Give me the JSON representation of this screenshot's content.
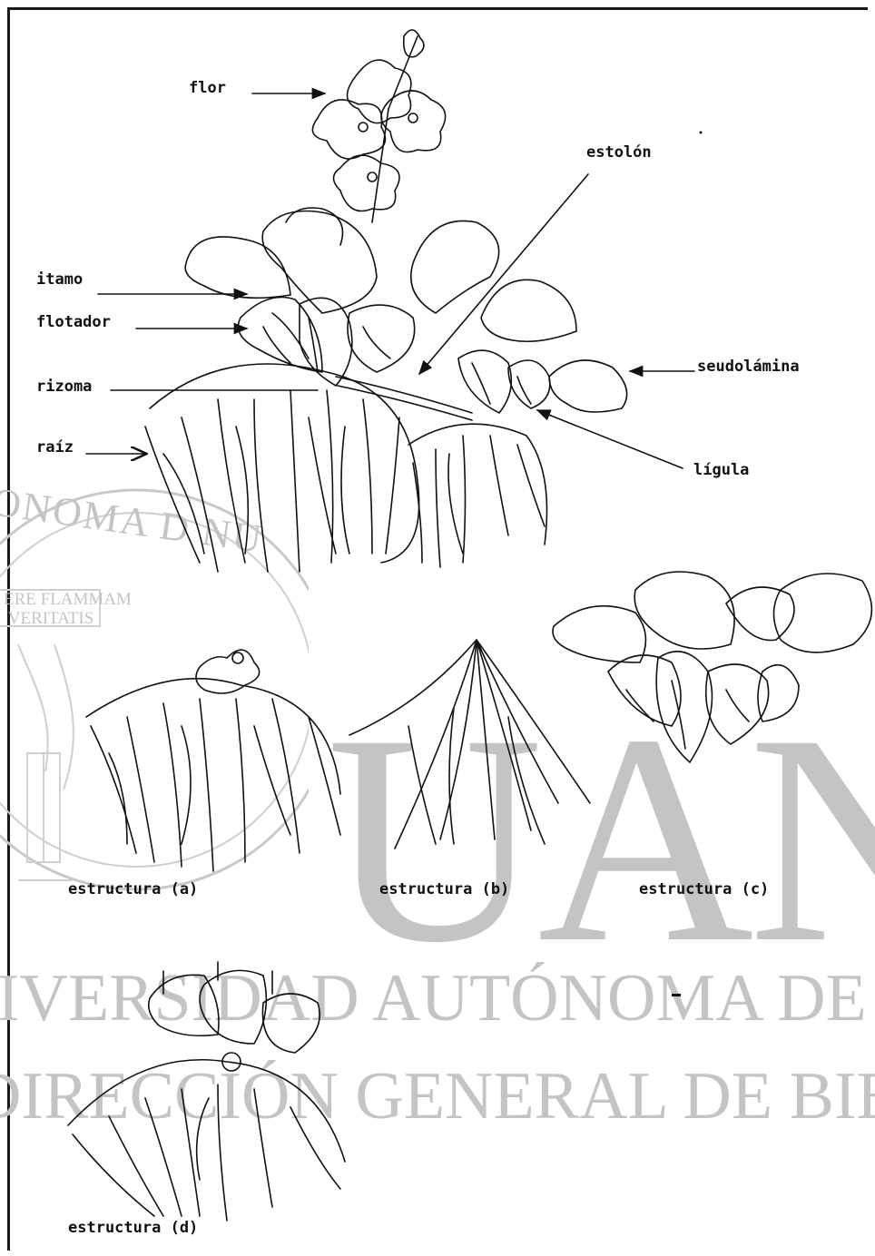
{
  "labels": {
    "flor": "flor",
    "estolon": "estolón",
    "itamo": "itamo",
    "flotador": "flotador",
    "rizoma": "rizoma",
    "raiz": "raíz",
    "seudolamina": "seudolámina",
    "ligula": "lígula"
  },
  "captions": {
    "a": "estructura (a)",
    "b": "estructura (b)",
    "c": "estructura (c)",
    "d": "estructura (d)"
  },
  "watermark": {
    "seal_motto": "ALERE FLAMMAM VERITATIS",
    "seal_arc": "UNIVERSIDAD AUTÓNOMA DE NUEVO LEÓN",
    "acronym": "UANL",
    "line1": "UNIVERSIDAD AUTÓNOMA DE NUEVO LEÓN",
    "line2": "DIRECCIÓN GENERAL DE BIBLIOTECAS"
  },
  "colors": {
    "ink": "#111111",
    "watermark": "#c4c4c4",
    "paper": "#ffffff"
  }
}
